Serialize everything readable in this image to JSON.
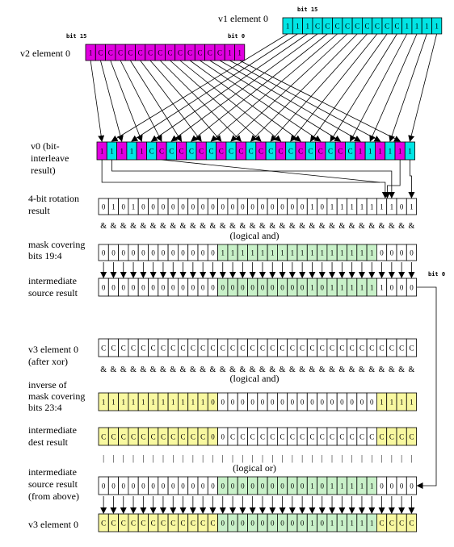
{
  "colors": {
    "cyan": "#00e5e5",
    "magenta": "#e000e0",
    "green": "#c8f0c8",
    "yellow": "#f8f8a0",
    "white": "#ffffff",
    "line": "#000000"
  },
  "labels": {
    "v1": "v1 element 0",
    "v2": "v2 element 0",
    "bit15_v1": "bit 15",
    "bit15_v2": "bit 15",
    "bit0_v2": "bit 0",
    "bit0_right": "bit 0",
    "v0_line1": "v0 (bit-",
    "v0_line2": "interleave",
    "v0_line3": "result)",
    "rot_line1": "4-bit rotation",
    "rot_line2": "result",
    "mask1_line1": "mask covering",
    "mask1_line2": "bits 19:4",
    "isrc_line1": "intermediate",
    "isrc_line2": "source result",
    "v3_line1": "v3 element 0",
    "v3_line2": "(after xor)",
    "inv_line1": "inverse of",
    "inv_line2": "mask covering",
    "inv_line3": "bits 23:4",
    "idest_line1": "intermediate",
    "idest_line2": "dest result",
    "isrc2_line1": "intermediate",
    "isrc2_line2": "source result",
    "isrc2_line3": "(from above)",
    "v3final": "v3 element 0",
    "and1": "(logical and)",
    "and2": "(logical and)",
    "or1": "(logical or)"
  },
  "rows": {
    "v1": {
      "cells": [
        "1",
        "1",
        "1",
        "C",
        "C",
        "C",
        "C",
        "C",
        "C",
        "C",
        "C",
        "C",
        "1",
        "1",
        "1",
        "1"
      ],
      "fills": [
        "c",
        "c",
        "c",
        "c",
        "c",
        "c",
        "c",
        "c",
        "c",
        "c",
        "c",
        "c",
        "c",
        "c",
        "c",
        "c"
      ]
    },
    "v2": {
      "cells": [
        "1",
        "C",
        "C",
        "C",
        "C",
        "C",
        "C",
        "C",
        "C",
        "C",
        "C",
        "C",
        "C",
        "C",
        "1",
        "1"
      ],
      "fills": [
        "m",
        "m",
        "m",
        "m",
        "m",
        "m",
        "m",
        "m",
        "m",
        "m",
        "m",
        "m",
        "m",
        "m",
        "m",
        "m"
      ]
    },
    "v0": {
      "cells": [
        "1",
        "1",
        "1",
        "1",
        "1",
        "C",
        "C",
        "C",
        "C",
        "C",
        "C",
        "C",
        "C",
        "C",
        "C",
        "C",
        "C",
        "C",
        "C",
        "C",
        "C",
        "C",
        "C",
        "C",
        "C",
        "C",
        "1",
        "1",
        "1",
        "1",
        "1",
        "1"
      ],
      "fills": [
        "m",
        "c",
        "m",
        "c",
        "m",
        "c",
        "m",
        "c",
        "m",
        "c",
        "m",
        "c",
        "m",
        "c",
        "m",
        "c",
        "m",
        "c",
        "m",
        "c",
        "m",
        "c",
        "m",
        "c",
        "m",
        "c",
        "m",
        "c",
        "m",
        "c",
        "m",
        "c"
      ]
    },
    "rot": {
      "cells": [
        "0",
        "1",
        "0",
        "1",
        "0",
        "0",
        "0",
        "0",
        "0",
        "0",
        "0",
        "0",
        "0",
        "0",
        "0",
        "0",
        "0",
        "0",
        "0",
        "0",
        "0",
        "1",
        "0",
        "1",
        "1",
        "1",
        "1",
        "1",
        "1",
        "1",
        "0",
        "1"
      ],
      "fills": [
        "w",
        "w",
        "w",
        "w",
        "w",
        "w",
        "w",
        "w",
        "w",
        "w",
        "w",
        "w",
        "w",
        "w",
        "w",
        "w",
        "w",
        "w",
        "w",
        "w",
        "w",
        "w",
        "w",
        "w",
        "w",
        "w",
        "w",
        "w",
        "w",
        "w",
        "w",
        "w"
      ]
    },
    "and_marks": [
      "&",
      "&",
      "&",
      "&",
      "&",
      "&",
      "&",
      "&",
      "&",
      "&",
      "&",
      "&",
      "&",
      "&",
      "&",
      "&",
      "&",
      "&",
      "&",
      "&",
      "&",
      "&",
      "&",
      "&",
      "&",
      "&",
      "&",
      "&",
      "&",
      "&",
      "&",
      "&"
    ],
    "mask1": {
      "cells": [
        "0",
        "0",
        "0",
        "0",
        "0",
        "0",
        "0",
        "0",
        "0",
        "0",
        "0",
        "0",
        "1",
        "1",
        "1",
        "1",
        "1",
        "1",
        "1",
        "1",
        "1",
        "1",
        "1",
        "1",
        "1",
        "1",
        "1",
        "1",
        "0",
        "0",
        "0",
        "0"
      ],
      "fills": [
        "w",
        "w",
        "w",
        "w",
        "w",
        "w",
        "w",
        "w",
        "w",
        "w",
        "w",
        "w",
        "g",
        "g",
        "g",
        "g",
        "g",
        "g",
        "g",
        "g",
        "g",
        "g",
        "g",
        "g",
        "g",
        "g",
        "g",
        "g",
        "w",
        "w",
        "w",
        "w"
      ]
    },
    "isrc": {
      "cells": [
        "0",
        "0",
        "0",
        "0",
        "0",
        "0",
        "0",
        "0",
        "0",
        "0",
        "0",
        "0",
        "0",
        "0",
        "0",
        "0",
        "0",
        "0",
        "0",
        "0",
        "0",
        "1",
        "0",
        "1",
        "1",
        "1",
        "1",
        "1",
        "1",
        "0",
        "0",
        "0"
      ],
      "fills": [
        "w",
        "w",
        "w",
        "w",
        "w",
        "w",
        "w",
        "w",
        "w",
        "w",
        "w",
        "w",
        "g",
        "g",
        "g",
        "g",
        "g",
        "g",
        "g",
        "g",
        "g",
        "g",
        "g",
        "g",
        "g",
        "g",
        "g",
        "g",
        "w",
        "w",
        "w",
        "w"
      ]
    },
    "v3": {
      "cells": [
        "C",
        "C",
        "C",
        "C",
        "C",
        "C",
        "C",
        "C",
        "C",
        "C",
        "C",
        "C",
        "C",
        "C",
        "C",
        "C",
        "C",
        "C",
        "C",
        "C",
        "C",
        "C",
        "C",
        "C",
        "C",
        "C",
        "C",
        "C",
        "C",
        "C",
        "C",
        "C"
      ],
      "fills": [
        "w",
        "w",
        "w",
        "w",
        "w",
        "w",
        "w",
        "w",
        "w",
        "w",
        "w",
        "w",
        "w",
        "w",
        "w",
        "w",
        "w",
        "w",
        "w",
        "w",
        "w",
        "w",
        "w",
        "w",
        "w",
        "w",
        "w",
        "w",
        "w",
        "w",
        "w",
        "w"
      ]
    },
    "inv": {
      "cells": [
        "1",
        "1",
        "1",
        "1",
        "1",
        "1",
        "1",
        "1",
        "1",
        "1",
        "1",
        "0",
        "0",
        "0",
        "0",
        "0",
        "0",
        "0",
        "0",
        "0",
        "0",
        "0",
        "0",
        "0",
        "0",
        "0",
        "0",
        "0",
        "1",
        "1",
        "1",
        "1"
      ],
      "fills": [
        "y",
        "y",
        "y",
        "y",
        "y",
        "y",
        "y",
        "y",
        "y",
        "y",
        "y",
        "y",
        "w",
        "w",
        "w",
        "w",
        "w",
        "w",
        "w",
        "w",
        "w",
        "w",
        "w",
        "w",
        "w",
        "w",
        "w",
        "w",
        "y",
        "y",
        "y",
        "y"
      ]
    },
    "idest": {
      "cells": [
        "C",
        "C",
        "C",
        "C",
        "C",
        "C",
        "C",
        "C",
        "C",
        "C",
        "C",
        "0",
        "0",
        "C",
        "C",
        "C",
        "C",
        "C",
        "C",
        "C",
        "C",
        "C",
        "C",
        "C",
        "C",
        "C",
        "C",
        "C",
        "C",
        "C",
        "C",
        "C"
      ],
      "fills": [
        "y",
        "y",
        "y",
        "y",
        "y",
        "y",
        "y",
        "y",
        "y",
        "y",
        "y",
        "y",
        "w",
        "w",
        "w",
        "w",
        "w",
        "w",
        "w",
        "w",
        "w",
        "w",
        "w",
        "w",
        "w",
        "w",
        "w",
        "w",
        "y",
        "y",
        "y",
        "y"
      ]
    },
    "or_marks": [
      "|",
      "|",
      "|",
      "|",
      "|",
      "|",
      "|",
      "|",
      "|",
      "|",
      "|",
      "|",
      "|",
      "|",
      "|",
      "|",
      "|",
      "|",
      "|",
      "|",
      "|",
      "|",
      "|",
      "|",
      "|",
      "|",
      "|",
      "|",
      "|",
      "|",
      "|",
      "|"
    ],
    "isrc2": {
      "cells": [
        "0",
        "0",
        "0",
        "0",
        "0",
        "0",
        "0",
        "0",
        "0",
        "0",
        "0",
        "0",
        "0",
        "0",
        "0",
        "0",
        "0",
        "0",
        "0",
        "0",
        "0",
        "1",
        "0",
        "1",
        "1",
        "1",
        "1",
        "1",
        "0",
        "0",
        "0",
        "0"
      ],
      "fills": [
        "w",
        "w",
        "w",
        "w",
        "w",
        "w",
        "w",
        "w",
        "w",
        "w",
        "w",
        "w",
        "g",
        "g",
        "g",
        "g",
        "g",
        "g",
        "g",
        "g",
        "g",
        "g",
        "g",
        "g",
        "g",
        "g",
        "g",
        "g",
        "w",
        "w",
        "w",
        "w"
      ]
    },
    "final": {
      "cells": [
        "C",
        "C",
        "C",
        "C",
        "C",
        "C",
        "C",
        "C",
        "C",
        "C",
        "C",
        "C",
        "0",
        "0",
        "0",
        "0",
        "0",
        "0",
        "0",
        "0",
        "0",
        "1",
        "0",
        "1",
        "1",
        "1",
        "1",
        "1",
        "C",
        "C",
        "C",
        "C"
      ],
      "fills": [
        "y",
        "y",
        "y",
        "y",
        "y",
        "y",
        "y",
        "y",
        "y",
        "y",
        "y",
        "y",
        "g",
        "g",
        "g",
        "g",
        "g",
        "g",
        "g",
        "g",
        "g",
        "g",
        "g",
        "g",
        "g",
        "g",
        "g",
        "g",
        "y",
        "y",
        "y",
        "y"
      ]
    }
  }
}
